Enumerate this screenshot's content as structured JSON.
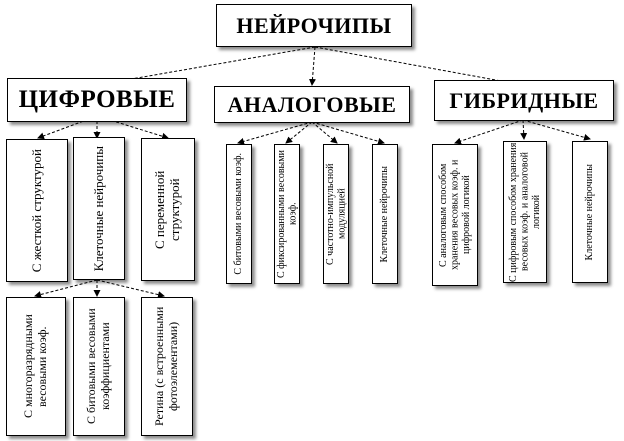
{
  "root": {
    "label": "НЕЙРОЧИПЫ"
  },
  "categories": [
    {
      "label": "ЦИФРОВЫЕ",
      "items": [
        {
          "label": "С жесткой структурой"
        },
        {
          "label": "Клеточные нейрочипы"
        },
        {
          "label": "С переменной структурой"
        }
      ],
      "subitems": [
        {
          "label": "С многоразрядными весовыми коэф."
        },
        {
          "label": "С битовыми весовыми коэффициентами"
        },
        {
          "label": "Ретина (с встроенными фотоэлементами)"
        }
      ]
    },
    {
      "label": "АНАЛОГОВЫЕ",
      "items": [
        {
          "label": "С битовыми весовыми коэф."
        },
        {
          "label": "С фиксированными весовыми коэф."
        },
        {
          "label": "С частотно-импульсной модуляцией"
        },
        {
          "label": "Клеточные нейрочипы"
        }
      ]
    },
    {
      "label": "ГИБРИДНЫЕ",
      "items": [
        {
          "label": "С аналоговым способом хранения весовых коэф. и цифровой логикой"
        },
        {
          "label": "С цифровым способом хранения весовых коэф. и аналоговой логикой"
        },
        {
          "label": "Клеточные нейрочипы"
        }
      ]
    }
  ]
}
